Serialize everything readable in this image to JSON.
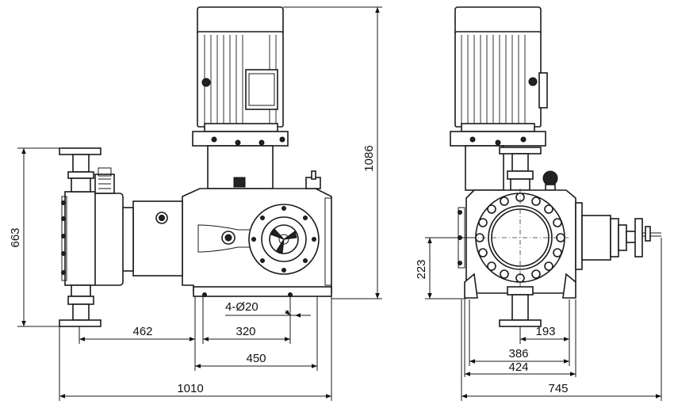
{
  "dimensions": {
    "total_height": "1086",
    "flange_height": "663",
    "base_offset": "462",
    "bolt_spacing": "320",
    "base_length": "450",
    "total_length": "1010",
    "bolt_holes": "4-Ø20",
    "axis_height": "223",
    "flange_offset": "193",
    "bolt_width": "386",
    "base_width": "424",
    "total_width": "745"
  }
}
